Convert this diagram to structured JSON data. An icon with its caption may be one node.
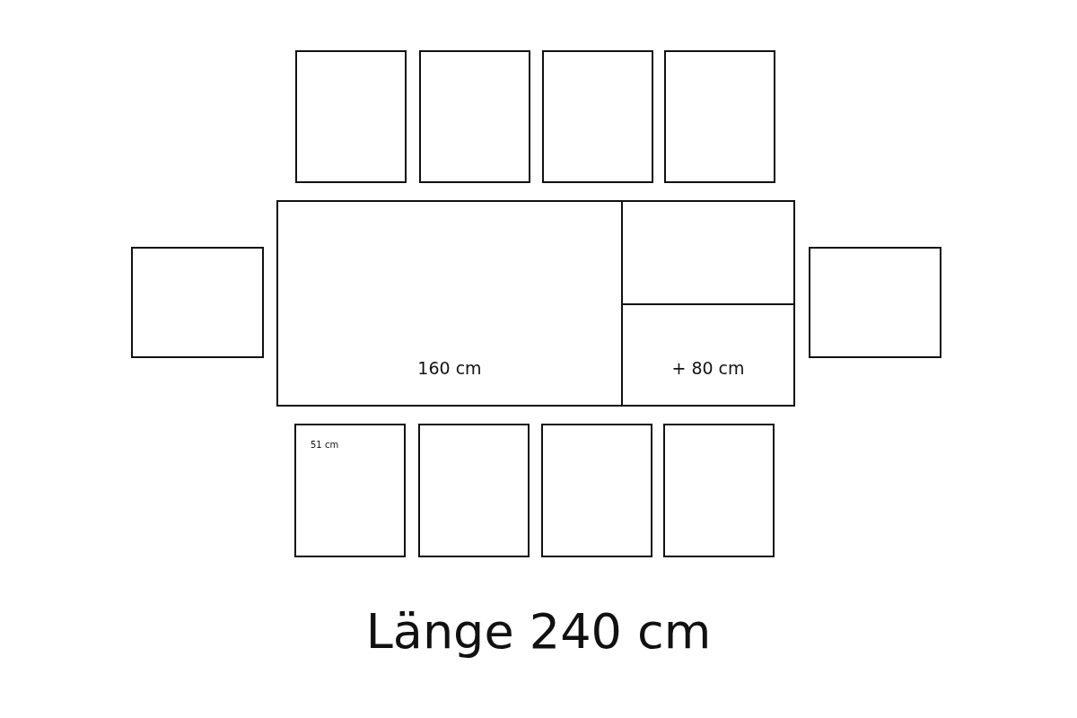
{
  "diagram": {
    "caption": "Länge 240 cm",
    "nodes": [
      {
        "text": [],
        "shape": "box"
      },
      {
        "text": [],
        "shape": "box"
      },
      {
        "text": [],
        "shape": "box"
      },
      {
        "text": [],
        "shape": "box"
      },
      {
        "text": [],
        "shape": "box"
      },
      {
        "text": [
          "160 cm"
        ]
      },
      {
        "text": [],
        "shape": "box"
      },
      {
        "text": [
          "+ 80 cm"
        ]
      },
      {
        "text": [],
        "shape": "box"
      },
      {
        "text": [
          "51 cm"
        ]
      },
      {
        "text": [],
        "shape": "box"
      },
      {
        "text": [],
        "shape": "box"
      },
      {
        "text": [],
        "shape": "box"
      }
    ],
    "edges": []
  }
}
